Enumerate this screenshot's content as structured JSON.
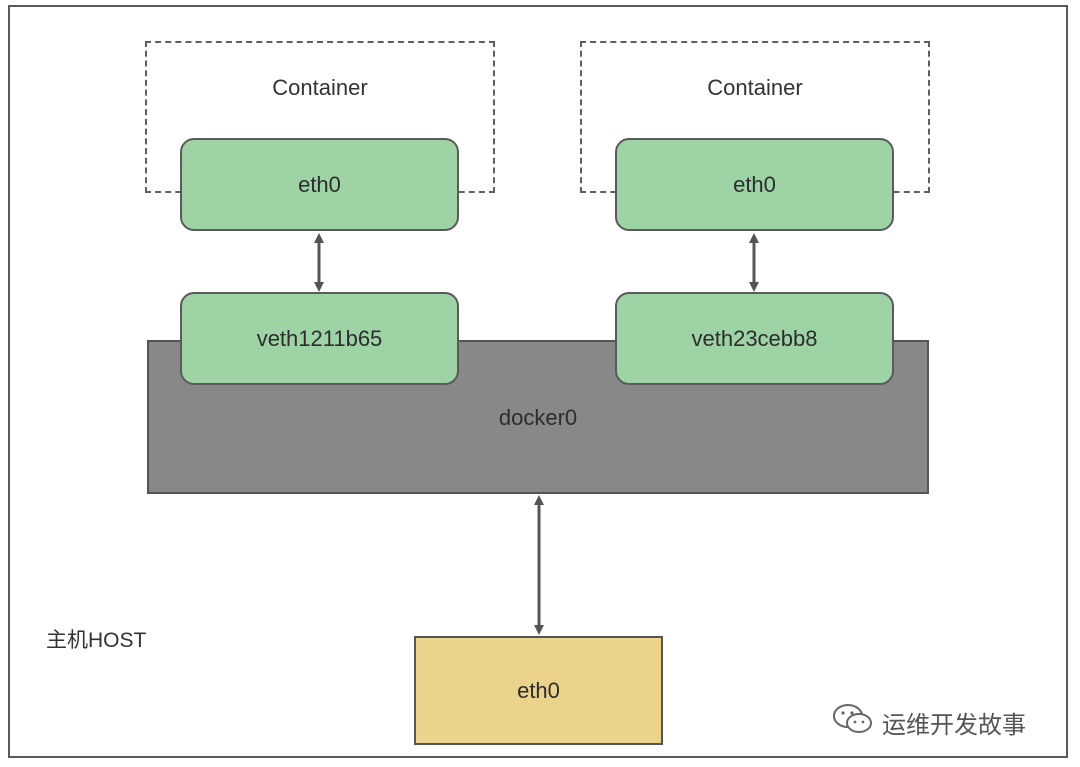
{
  "host": {
    "label": "主机HOST"
  },
  "containers": [
    {
      "label": "Container",
      "eth": "eth0",
      "veth": "veth1211b65"
    },
    {
      "label": "Container",
      "eth": "eth0",
      "veth": "veth23cebb8"
    }
  ],
  "bridge": {
    "label": "docker0"
  },
  "host_interface": {
    "label": "eth0"
  },
  "watermark": {
    "text": "运维开发故事",
    "icon": "wechat-icon"
  },
  "colors": {
    "container_iface": "#9ed3a6",
    "bridge": "#888888",
    "host_iface": "#ebd38c",
    "stroke": "#555555"
  }
}
